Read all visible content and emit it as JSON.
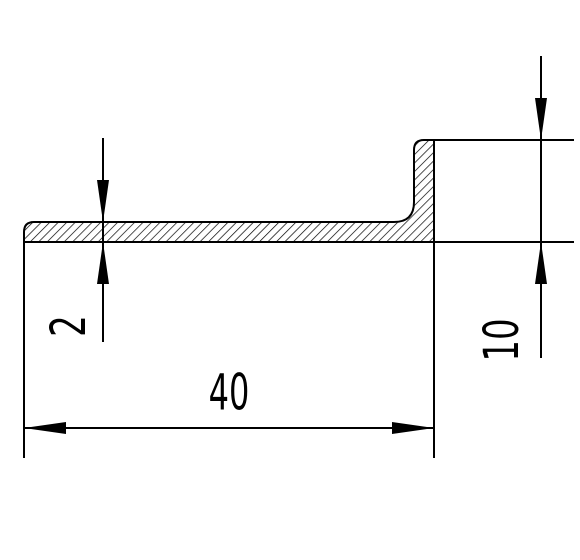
{
  "drawing": {
    "dimensions": {
      "width_label": "40",
      "thickness_label": "2",
      "height_label": "10"
    },
    "colors": {
      "line": "#000000",
      "background": "#ffffff"
    }
  }
}
